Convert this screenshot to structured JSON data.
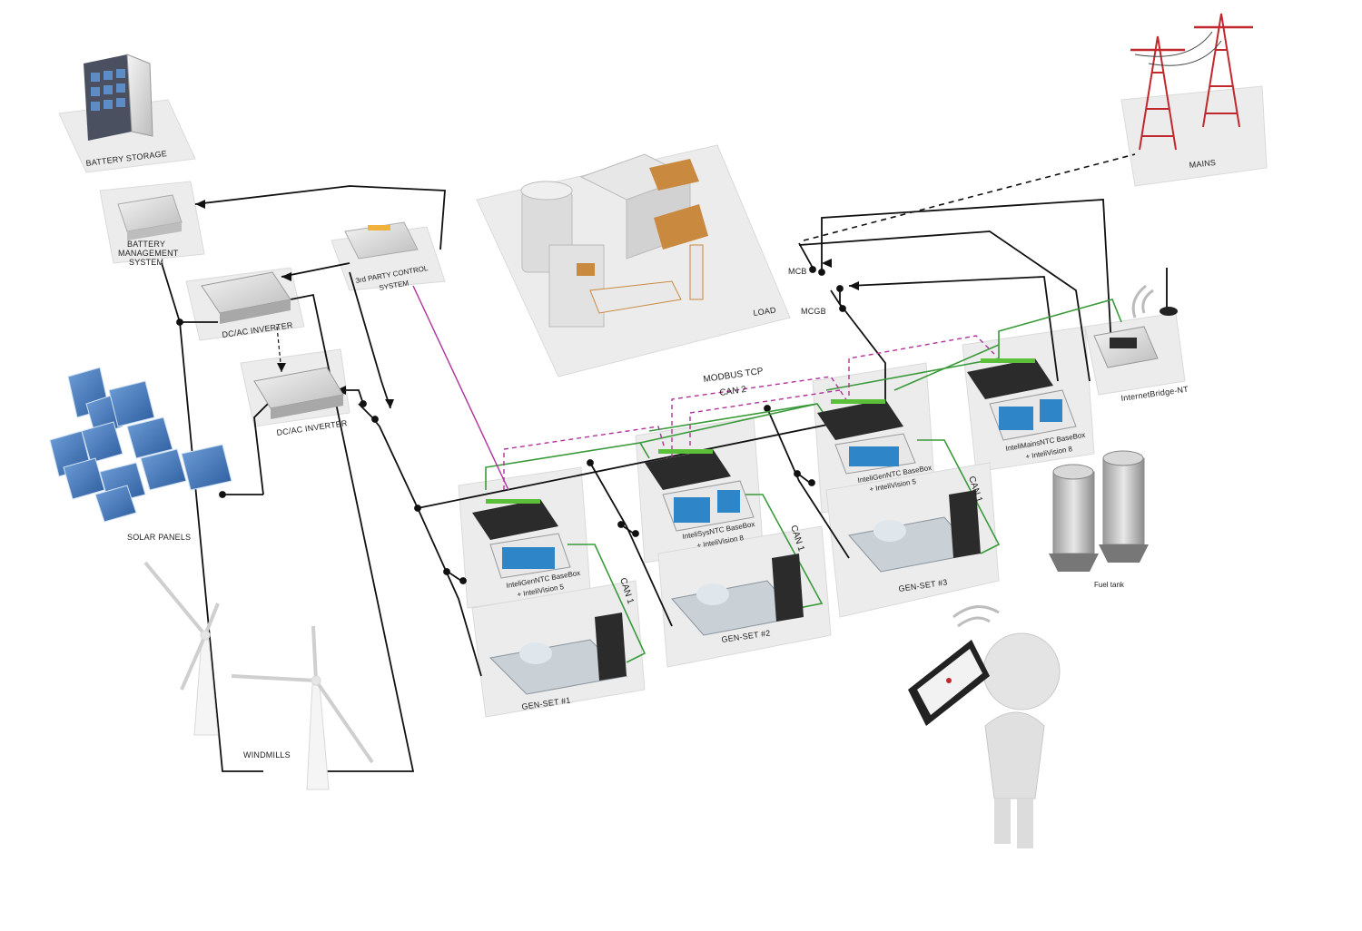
{
  "labels": {
    "battery_storage": "BATTERY STORAGE",
    "bms_line1": "BATTERY",
    "bms_line2": "MANAGEMENT",
    "bms_line3": "SYSTEM",
    "third_party_line1": "3rd PARTY CONTROL",
    "third_party_line2": "SYSTEM",
    "inverter1": "DC/AC INVERTER",
    "inverter2": "DC/AC INVERTER",
    "solar_panels": "SOLAR PANELS",
    "windmills": "WINDMILLS",
    "load": "LOAD",
    "mains": "MAINS",
    "mcb": "MCB",
    "mcgb": "MCGB",
    "modbus": "MODBUS TCP",
    "can2": "CAN 2",
    "can1_a": "CAN 1",
    "can1_b": "CAN 1",
    "can1_c": "CAN 1",
    "internet_bridge": "InternetBridge-NT",
    "intelimains_line1": "InteliMainsNTC BaseBox",
    "intelimains_line2": "+ InteliVision 8",
    "inteligen3_line1": "InteliGenNTC BaseBox",
    "inteligen3_line2": "+ InteliVision 5",
    "intelisys_line1": "InteliSysNTC BaseBox",
    "intelisys_line2": "+ InteliVision 8",
    "inteligen1_line1": "InteliGenNTC BaseBox",
    "inteligen1_line2": "+ InteliVision 5",
    "genset1": "GEN-SET #1",
    "genset2": "GEN-SET #2",
    "genset3": "GEN-SET #3",
    "fuel_tank": "Fuel tank"
  },
  "colors": {
    "power_line": "#111111",
    "can_line": "#3a9a3a",
    "modbus_line": "#b0329a",
    "platform": "#e6e6e6",
    "device_dark": "#2b2b2b",
    "device_green": "#5bbf3a",
    "display_blue": "#2e86c8",
    "tower_red": "#c0282d"
  }
}
